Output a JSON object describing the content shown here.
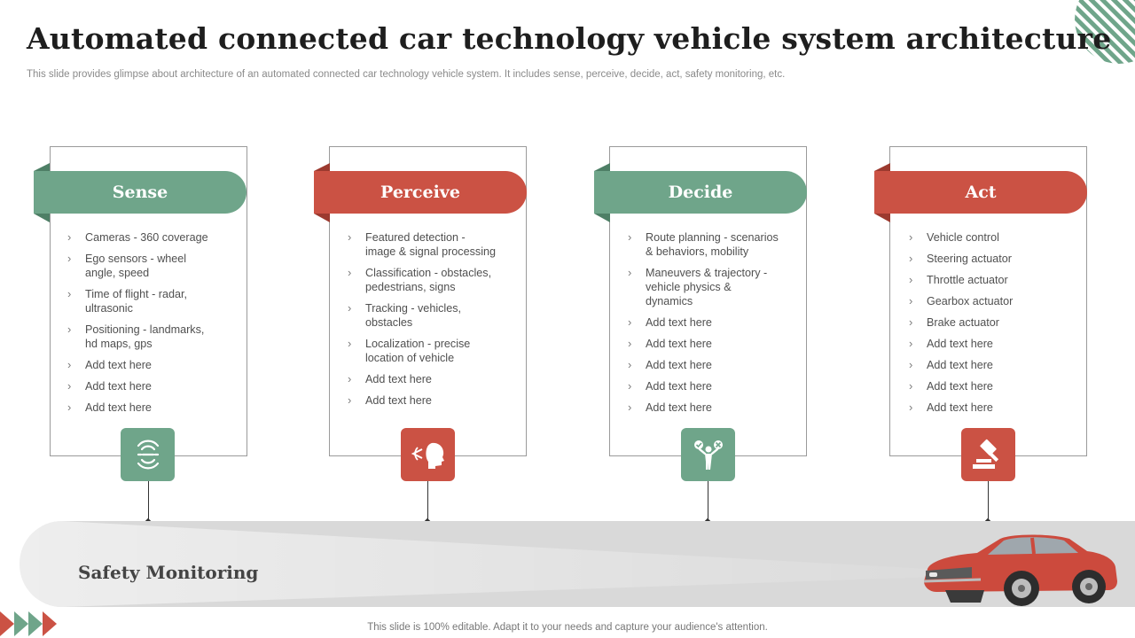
{
  "slide": {
    "title": "Automated connected car technology vehicle system architecture",
    "subtitle": "This slide provides glimpse about architecture of an automated connected car technology vehicle system. It includes sense, perceive, decide, act,  safety monitoring, etc.",
    "footer": "This slide is 100% editable. Adapt it to your needs and capture your audience's attention."
  },
  "colors": {
    "green": "#6fa58a",
    "red": "#cb5244",
    "band": "#d9d9d9"
  },
  "columns": [
    {
      "title": "Sense",
      "color": "green",
      "icon": "sensor-wave-icon",
      "items": [
        "Cameras  - 360 coverage",
        "Ego sensors - wheel angle,  speed",
        "Time of flight - radar, ultrasonic",
        "Positioning - landmarks, hd maps, gps",
        "Add text here",
        "Add text here",
        "Add text here"
      ]
    },
    {
      "title": "Perceive",
      "color": "red",
      "icon": "head-perception-icon",
      "items": [
        "Featured detection - image & signal processing",
        "Classification - obstacles, pedestrians, signs",
        "Tracking  - vehicles, obstacles",
        "Localization - precise location of vehicle",
        "Add text here",
        "Add text here"
      ]
    },
    {
      "title": "Decide",
      "color": "green",
      "icon": "person-decision-icon",
      "items": [
        "Route planning - scenarios & behaviors,  mobility",
        "Maneuvers  & trajectory - vehicle physics & dynamics",
        "Add text here",
        "Add text here",
        "Add text here",
        "Add text here",
        "Add text here"
      ]
    },
    {
      "title": "Act",
      "color": "red",
      "icon": "gavel-icon",
      "items": [
        "Vehicle control",
        "Steering actuator",
        "Throttle actuator",
        "Gearbox actuator",
        "Brake actuator",
        "Add text here",
        "Add text here",
        "Add text here",
        "Add text here"
      ]
    }
  ],
  "safety": {
    "label": "Safety Monitoring"
  }
}
